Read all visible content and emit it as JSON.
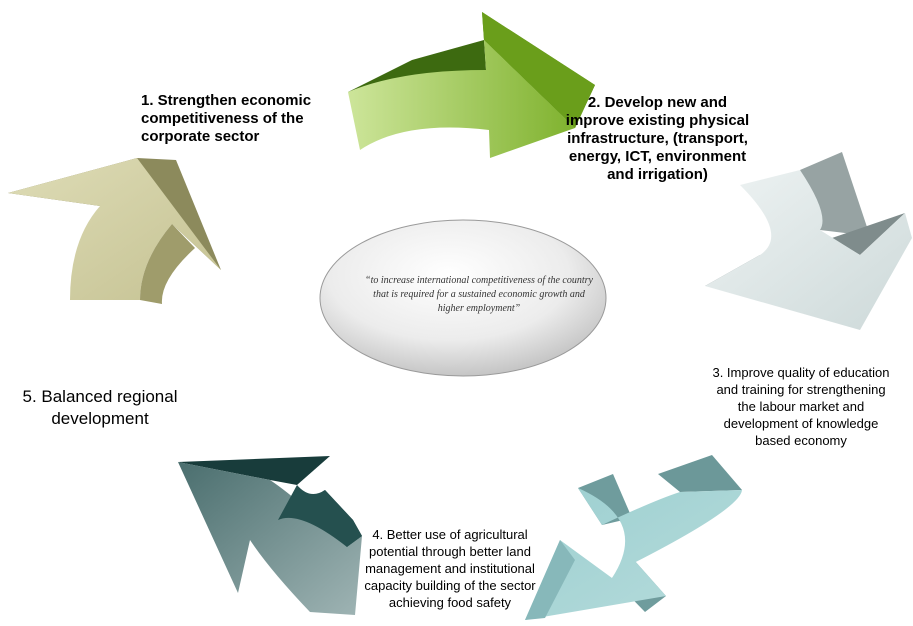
{
  "center": {
    "quote": "“to increase international competitiveness of the country that is required for a sustained economic growth and higher employment”"
  },
  "steps": [
    {
      "id": 1,
      "text": "1. Strengthen economic competitiveness of the corporate sector",
      "color": "#c9c79a"
    },
    {
      "id": 2,
      "text": "2. Develop new and improve existing physical infrastructure, (transport, energy, ICT, environment and irrigation)",
      "color": "#8cba3c"
    },
    {
      "id": 3,
      "text": "3. Improve quality of education and training for strengthening the labour market and development of knowledge based economy",
      "color": "#c8d6d6"
    },
    {
      "id": 4,
      "text": "4. Better use of agricultural potential through better land management and institutional capacity building of the sector achieving food safety",
      "color": "#8fc2c4"
    },
    {
      "id": 5,
      "text": "5. Balanced regional development",
      "color": "#2f5554"
    }
  ]
}
